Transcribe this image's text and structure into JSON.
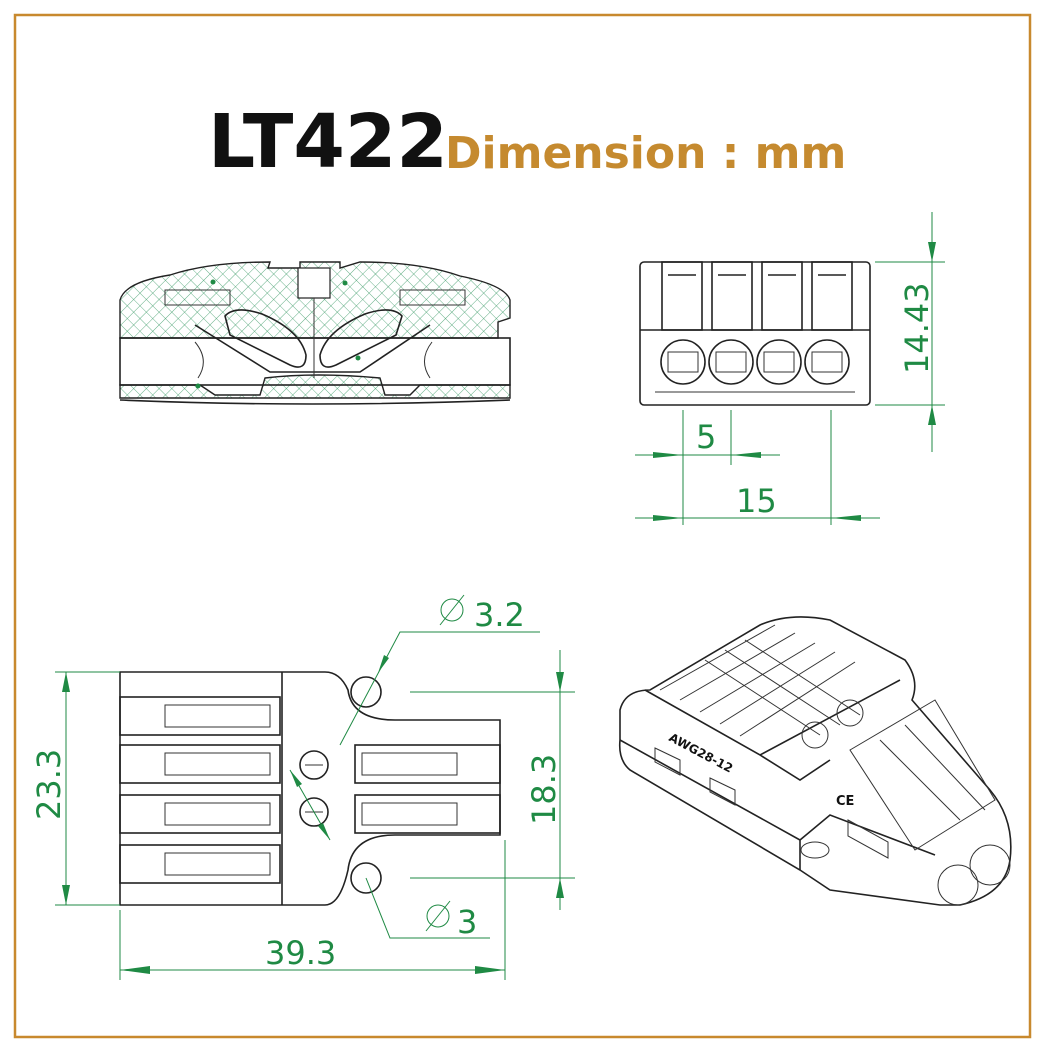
{
  "header": {
    "model": "LT422",
    "subtitle": "Dimension : mm"
  },
  "colors": {
    "frame": "#c8892e",
    "subtitle": "#c58a2f",
    "dimension": "#1f8a44",
    "outline": "#222222"
  },
  "front_view": {
    "height": "14.43",
    "pitch": "5",
    "span": "15"
  },
  "top_view": {
    "hole_large_dia": "3.2",
    "hole_small_dia": "3",
    "width": "23.3",
    "hole_spacing": "18.3",
    "length": "39.3"
  },
  "iso_view": {
    "wire_gauge": "AWG28-12",
    "cert_mark": "CE"
  }
}
